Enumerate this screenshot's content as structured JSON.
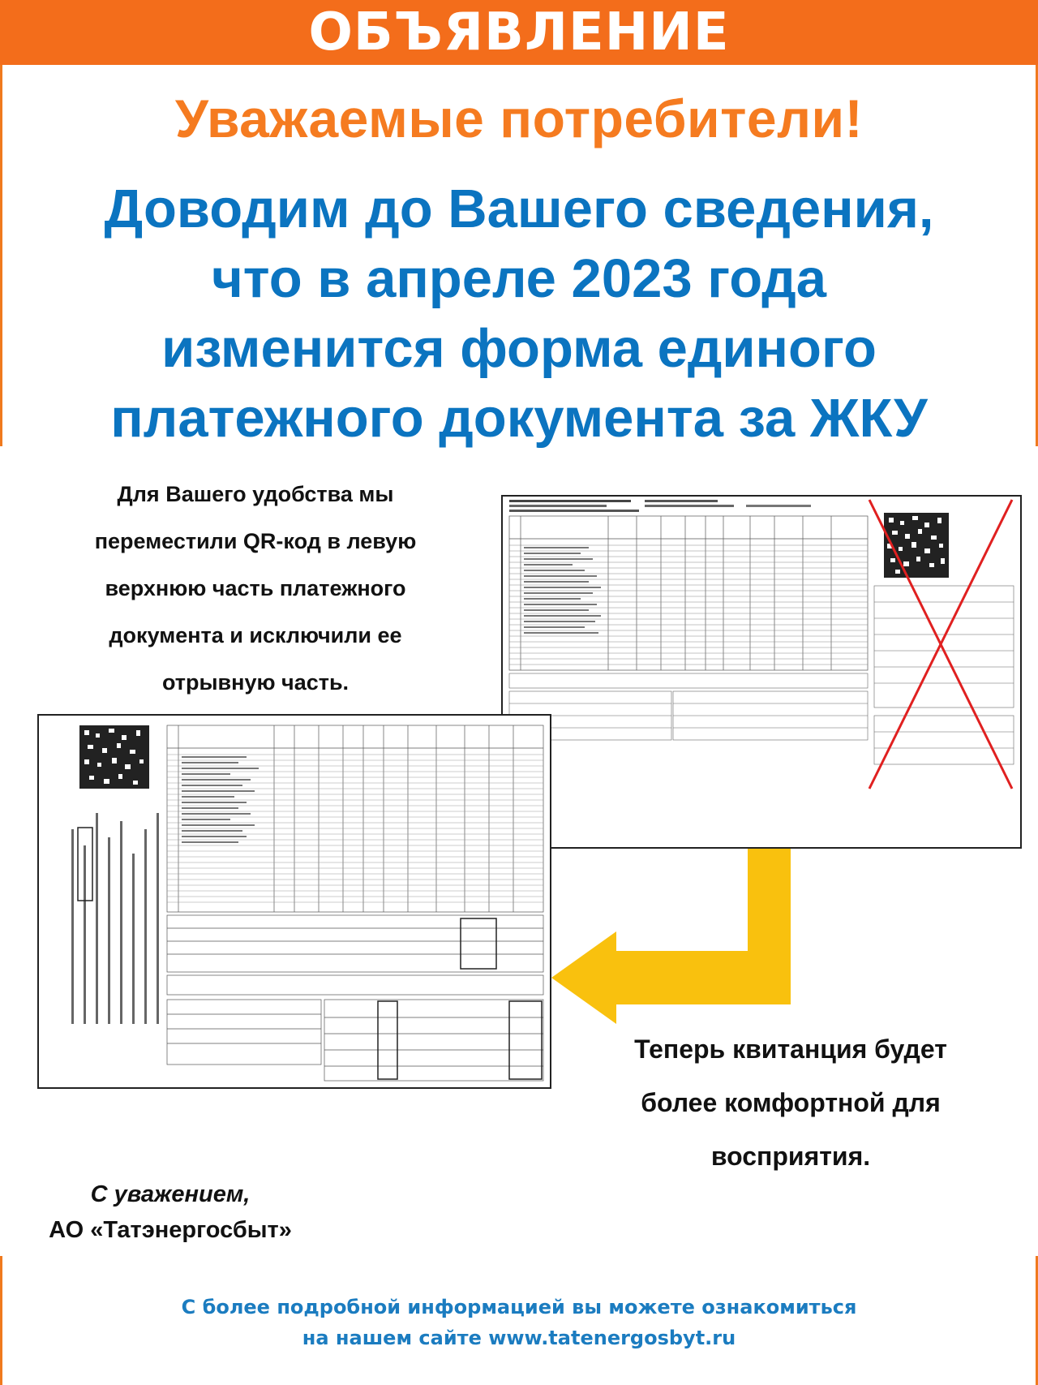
{
  "banner": {
    "title": "ОБЪЯВЛЕНИЕ"
  },
  "greeting": "Уважаемые потребители!",
  "headline": {
    "line1": "Доводим до Вашего сведения,",
    "line2": "что в апреле 2023 года",
    "line3": "изменится форма единого",
    "line4": "платежного документа за ЖКУ"
  },
  "left_text": {
    "line1": "Для Вашего удобства мы",
    "line2": "переместили QR-код в левую",
    "line3": "верхнюю часть платежного",
    "line4": "документа и исключили ее",
    "line5": "отрывную часть."
  },
  "right_text": {
    "line1": "Теперь квитанция будет",
    "line2": "более комфортной для",
    "line3": "восприятия."
  },
  "signature": {
    "line1": "С уважением,",
    "line2": "АО «Татэнергосбыт»"
  },
  "footer": {
    "line1": "С более подробной информацией вы можете ознакомиться",
    "line2": "на нашем сайте www.tatenergosbyt.ru"
  },
  "colors": {
    "banner": "#f36d1b",
    "greeting": "#f57b20",
    "headline": "#0b74c0",
    "footer": "#1b7cc0",
    "arrow": "#f9c10e",
    "cross": "#e02020"
  },
  "icons": {
    "old_form": "receipt-old-form-image",
    "new_form": "receipt-new-form-image",
    "arrow": "arrow-left-icon",
    "cross": "cross-out-icon",
    "qr": "qr-code-icon"
  }
}
